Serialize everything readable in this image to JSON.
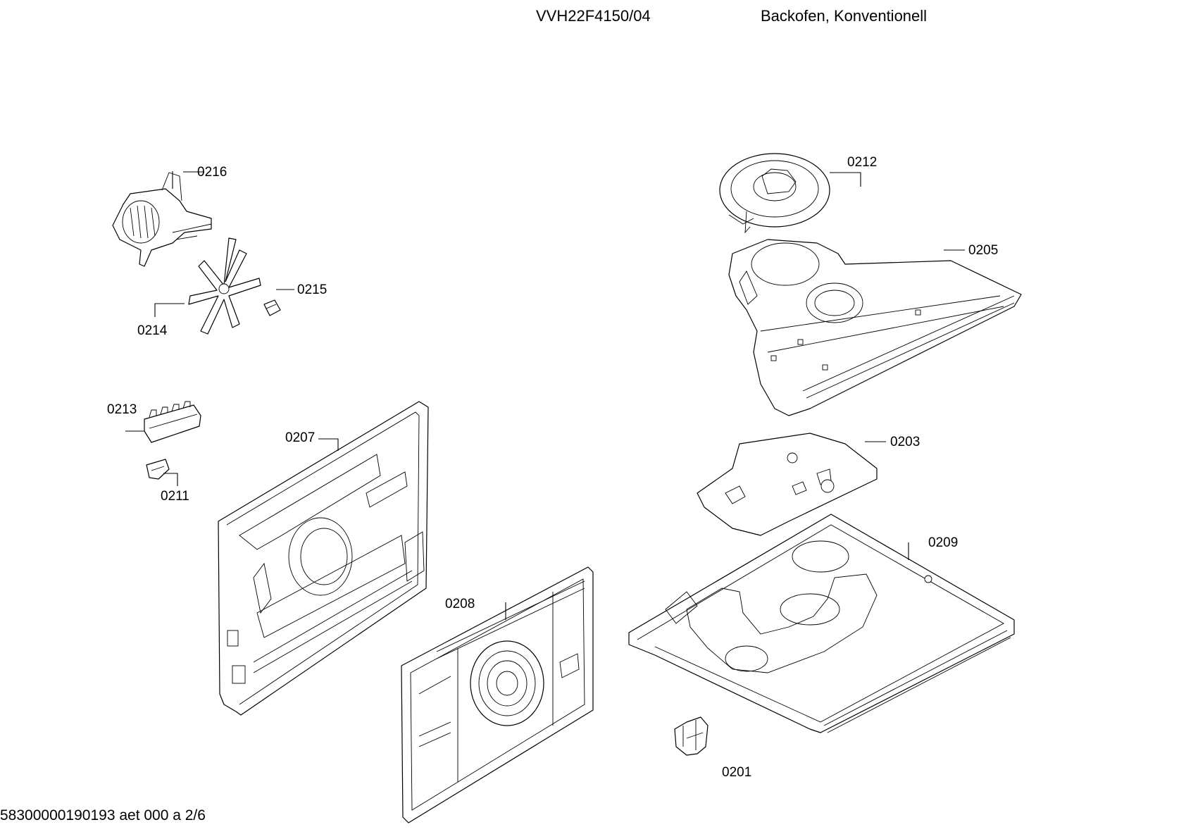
{
  "header": {
    "model": "VVH22F4150/04",
    "description": "Backofen, Konventionell"
  },
  "footer": {
    "document_code": "58300000190193 aet 000 a 2/6"
  },
  "part_labels": {
    "p0216": "0216",
    "p0215": "0215",
    "p0214": "0214",
    "p0213": "0213",
    "p0211": "0211",
    "p0207": "0207",
    "p0208": "0208",
    "p0212": "0212",
    "p0205": "0205",
    "p0203": "0203",
    "p0209": "0209",
    "p0201": "0201"
  }
}
